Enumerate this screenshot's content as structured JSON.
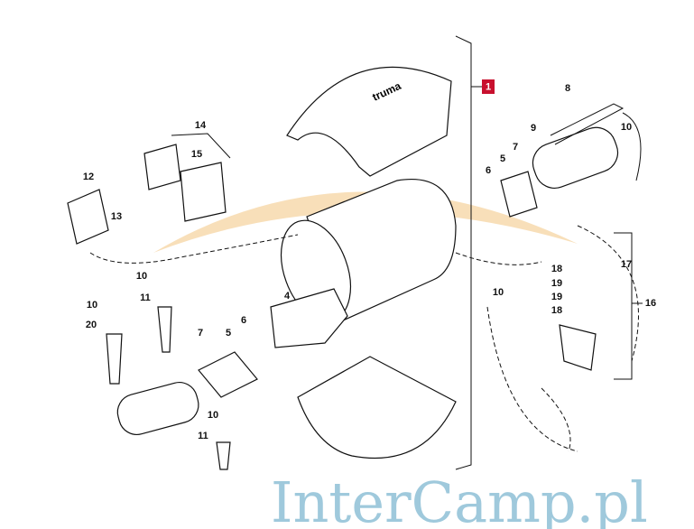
{
  "diagram": {
    "brand_logo": "truma",
    "watermark": "InterCamp.pl",
    "accent_colors": {
      "marker": "#c8102e",
      "watermark": "#9fc9dc",
      "swoosh": "#f3c98a"
    },
    "marker_label": "1",
    "labels": [
      "8",
      "9",
      "10",
      "7",
      "5",
      "6",
      "14",
      "15",
      "12",
      "13",
      "10",
      "11",
      "10",
      "20",
      "4",
      "7",
      "5",
      "6",
      "10",
      "11",
      "10",
      "17",
      "18",
      "19",
      "19",
      "18",
      "16"
    ]
  }
}
